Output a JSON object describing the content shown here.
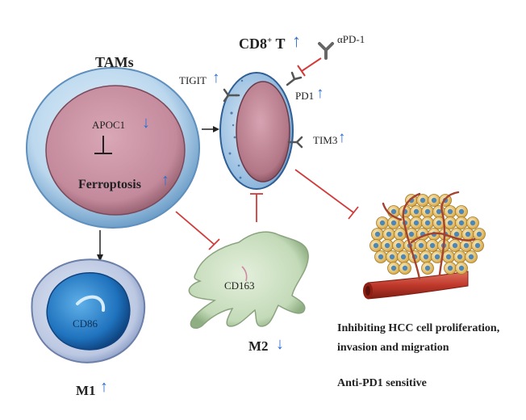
{
  "labels": {
    "tams": "TAMs",
    "apoc1": "APOC1",
    "ferroptosis": "Ferroptosis",
    "cd8_t": "CD8",
    "cd8_sup": "+",
    "cd8_t_suffix": " T",
    "tigit": "TIGIT",
    "pd1": "PD1",
    "tim3": "TIM3",
    "apd1": "αPD-1",
    "cd163": "CD163",
    "m2": "M2",
    "cd86": "CD86",
    "m1": "M1",
    "outcome_line1": "Inhibiting HCC cell proliferation,",
    "outcome_line2": "invasion and migration",
    "outcome_line3": "Anti-PD1 sensitive"
  },
  "arrows": {
    "up": "↑",
    "down": "↓"
  },
  "colors": {
    "up_arrow": "#2a6fd1",
    "inhibit": "#d23a3a",
    "activate": "#222222",
    "tam_outer": "#a9cbe6",
    "tam_inner": "#c38a9c",
    "m2_cell": "#c9dfc0",
    "m1_cell": "#1b6db8",
    "tumor_cell": "#f0d28a",
    "tumor_nucleus": "#4d87b8",
    "vessel": "#c0392b"
  }
}
